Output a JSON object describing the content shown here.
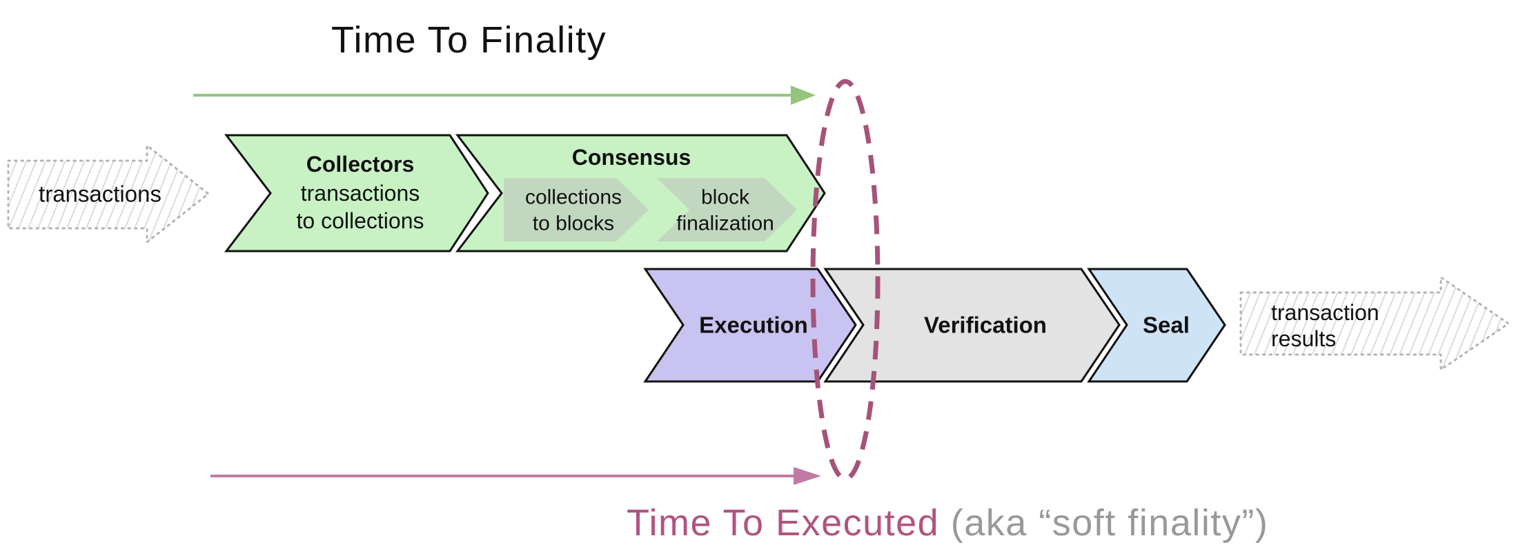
{
  "header": {
    "title": "Time To Finality"
  },
  "footer": {
    "title": "Time To Executed",
    "suffix": " (aka “soft finality”)"
  },
  "input_arrow": {
    "label": "transactions"
  },
  "output_arrow": {
    "line1": "transaction",
    "line2": "results"
  },
  "stages": {
    "collectors": {
      "title": "Collectors",
      "line1": "transactions",
      "line2": "to collections"
    },
    "consensus": {
      "title": "Consensus",
      "inner": [
        {
          "line1": "collections",
          "line2": "to blocks"
        },
        {
          "line1": "block",
          "line2": "finalization"
        }
      ]
    },
    "execution": {
      "title": "Execution"
    },
    "verification": {
      "title": "Verification"
    },
    "seal": {
      "title": "Seal"
    }
  },
  "colors": {
    "green_title": "#69a84f",
    "green_arrow": "#94c47e",
    "chevron_green": "#c8f2c4",
    "chevron_sub": "#c2d7bf",
    "chevron_purple": "#c9c3f1",
    "chevron_gray": "#e3e3e3",
    "chevron_blue": "#cfe3f6",
    "outline_black": "#111111",
    "ellipse_maroon": "#a6537a",
    "pink_arrow": "#c07aa4",
    "pink_title": "#b05480",
    "suffix_gray": "#999999",
    "sketch_text": "#454545",
    "results_text": "#1c1c1c"
  }
}
